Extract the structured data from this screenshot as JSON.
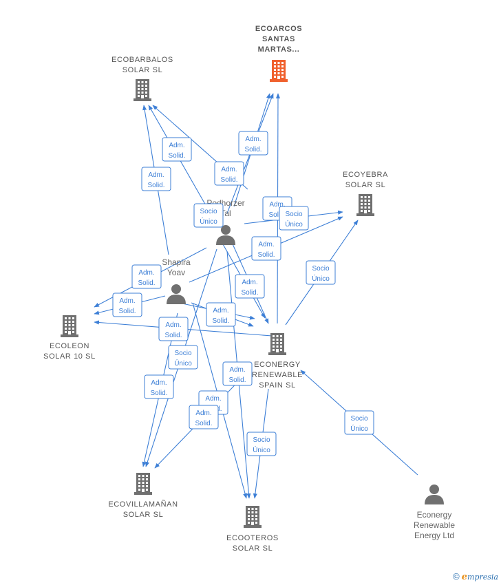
{
  "colors": {
    "edge": "#3d7fd6",
    "company": "#707070",
    "focus_company": "#f0612e",
    "person": "#707070"
  },
  "nodes": [
    {
      "id": "ecoarcos",
      "kind": "company",
      "focus": true,
      "label_lines": [
        "ECOARCOS",
        "SANTAS",
        "MARTAS..."
      ]
    },
    {
      "id": "ecobarbalos",
      "kind": "company",
      "label_lines": [
        "ECOBARBALOS",
        "SOLAR  SL"
      ]
    },
    {
      "id": "ecoyebra",
      "kind": "company",
      "label_lines": [
        "ECOYEBRA",
        "SOLAR  SL"
      ]
    },
    {
      "id": "ecoleon",
      "kind": "company",
      "label_lines": [
        "ECOLEON",
        "SOLAR 10  SL"
      ]
    },
    {
      "id": "econergy_spain",
      "kind": "company",
      "label_lines": [
        "ECONERGY",
        "RENEWABLE",
        "SPAIN  SL"
      ]
    },
    {
      "id": "ecovillamanan",
      "kind": "company",
      "label_lines": [
        "ECOVILLAMAÑAN",
        "SOLAR  SL"
      ]
    },
    {
      "id": "ecooteros",
      "kind": "company",
      "label_lines": [
        "ECOOTEROS",
        "SOLAR  SL"
      ]
    },
    {
      "id": "podhorzer",
      "kind": "person",
      "label_lines": [
        "Podhorzer",
        "Tal"
      ]
    },
    {
      "id": "shapira",
      "kind": "person",
      "label_lines": [
        "Shapira",
        "Yoav"
      ]
    },
    {
      "id": "econergy_ltd",
      "kind": "person",
      "label_lines": [
        "Econergy",
        "Renewable",
        "Energy Ltd"
      ]
    }
  ],
  "badges": [
    {
      "id": "b1",
      "lines": [
        "Adm.",
        "Solid."
      ]
    },
    {
      "id": "b2",
      "lines": [
        "Adm.",
        "Solid."
      ]
    },
    {
      "id": "b3",
      "lines": [
        "Adm.",
        "Solid."
      ]
    },
    {
      "id": "b4",
      "lines": [
        "Adm.",
        "Solid."
      ]
    },
    {
      "id": "b5",
      "lines": [
        "Socio",
        "Único"
      ]
    },
    {
      "id": "b6",
      "lines": [
        "Adm.",
        "Solid."
      ]
    },
    {
      "id": "b7",
      "lines": [
        "Socio",
        "Único"
      ]
    },
    {
      "id": "b8",
      "lines": [
        "Adm.",
        "Solid."
      ]
    },
    {
      "id": "b9",
      "lines": [
        "Adm.",
        "Solid."
      ]
    },
    {
      "id": "b10",
      "lines": [
        "Socio",
        "Único"
      ]
    },
    {
      "id": "b11",
      "lines": [
        "Adm.",
        "Solid."
      ]
    },
    {
      "id": "b12",
      "lines": [
        "Adm.",
        "Solid."
      ]
    },
    {
      "id": "b13",
      "lines": [
        "Adm.",
        "Solid."
      ]
    },
    {
      "id": "b14",
      "lines": [
        "Adm.",
        "Solid."
      ]
    },
    {
      "id": "b15",
      "lines": [
        "Socio",
        "Único"
      ]
    },
    {
      "id": "b16",
      "lines": [
        "Adm.",
        "Solid."
      ]
    },
    {
      "id": "b17",
      "lines": [
        "Adm.",
        "Solid."
      ]
    },
    {
      "id": "b18",
      "lines": [
        "Adm.",
        "Solid."
      ]
    },
    {
      "id": "b19",
      "lines": [
        "Adm.",
        "Solid."
      ]
    },
    {
      "id": "b20",
      "lines": [
        "Socio",
        "Único"
      ]
    },
    {
      "id": "b21",
      "lines": [
        "Socio",
        "Único"
      ]
    },
    {
      "id": "b22",
      "lines": [
        "Socio",
        "Único"
      ]
    }
  ],
  "footer": {
    "copyright": "©",
    "brand_initial": "e",
    "brand_rest": "mpresia"
  }
}
